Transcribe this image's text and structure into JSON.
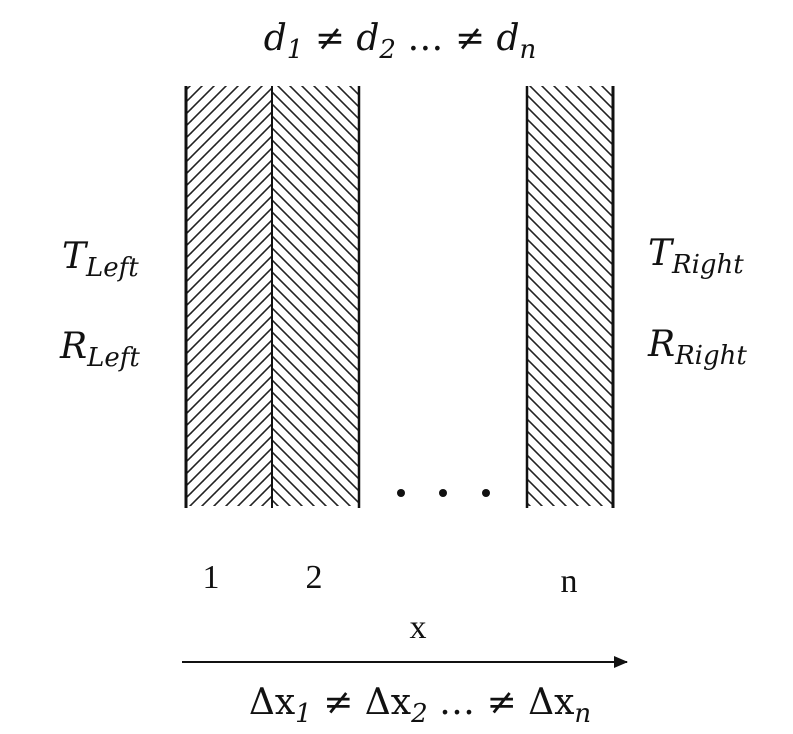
{
  "top_equation": {
    "d1_base": "d",
    "d1_sub": "1",
    "neq1": " ≠ ",
    "d2_base": "d",
    "d2_sub": "2",
    "ellipsis": " … ≠ ",
    "dn_base": "d",
    "dn_sub": "n"
  },
  "left_labels": {
    "T_base": "T",
    "T_sub": "Left",
    "R_base": "R",
    "R_sub": "Left"
  },
  "right_labels": {
    "T_base": "T",
    "T_sub": "Right",
    "R_base": "R",
    "R_sub": "Right"
  },
  "layers": [
    {
      "label": "1",
      "hatch": "forward"
    },
    {
      "label": "2",
      "hatch": "backward"
    },
    {
      "label": "n",
      "hatch": "backward"
    }
  ],
  "axis_label": "x",
  "bottom_equation": {
    "dx1_base": "Δx",
    "dx1_sub": "1",
    "neq1": " ≠ ",
    "dx2_base": "Δx",
    "dx2_sub": "2",
    "ellipsis": " … ≠ ",
    "dxn_base": "Δx",
    "dxn_sub": "n"
  },
  "colors": {
    "line": "#111111",
    "hatch": "#222222"
  }
}
